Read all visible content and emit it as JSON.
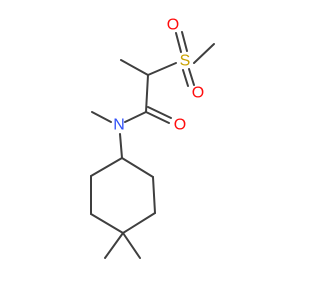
{
  "molecule": {
    "atoms": {
      "sulfur": {
        "symbol": "S",
        "color": "#c9a100"
      },
      "oxygen_s_upper": {
        "symbol": "O",
        "color": "#ff0d0d"
      },
      "oxygen_s_lower": {
        "symbol": "O",
        "color": "#ff0d0d"
      },
      "oxygen_carbonyl": {
        "symbol": "O",
        "color": "#ff0d0d"
      },
      "nitrogen": {
        "symbol": "N",
        "color": "#3050f8"
      }
    },
    "bond_color": "#3f3f3f"
  }
}
